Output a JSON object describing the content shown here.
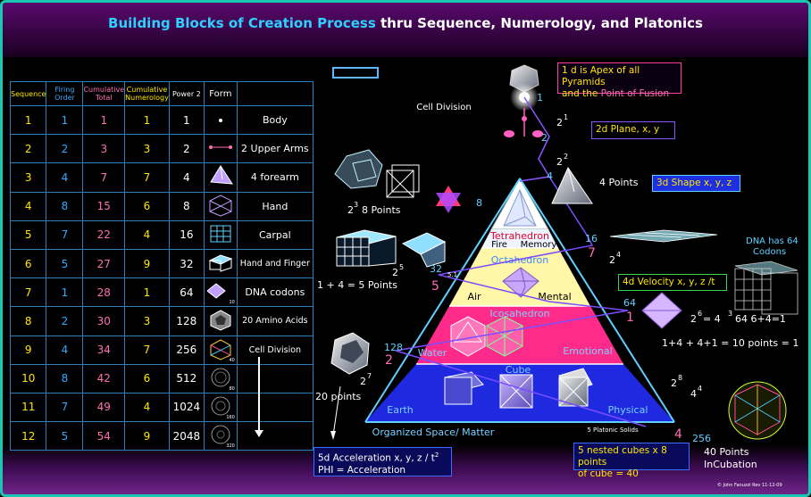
{
  "title": {
    "part1": "Building Blocks of Creation Process",
    "part2": " thru Sequence, Numerology,  and Platonics"
  },
  "table": {
    "headers": [
      "Sequence",
      "Firing Order",
      "Cumulative Total",
      "Cumulative Numerology",
      "Power 2",
      "Form",
      ""
    ],
    "rows": [
      {
        "seq": "1",
        "firing": "1",
        "cum": "1",
        "num": "1",
        "pow": "1",
        "label": "Body"
      },
      {
        "seq": "2",
        "firing": "2",
        "cum": "3",
        "num": "3",
        "pow": "2",
        "label": "2 Upper Arms"
      },
      {
        "seq": "3",
        "firing": "4",
        "cum": "7",
        "num": "7",
        "pow": "4",
        "label": "4 forearm"
      },
      {
        "seq": "4",
        "firing": "8",
        "cum": "15",
        "num": "6",
        "pow": "8",
        "label": "Hand"
      },
      {
        "seq": "5",
        "firing": "7",
        "cum": "22",
        "num": "4",
        "pow": "16",
        "label": "Carpal"
      },
      {
        "seq": "6",
        "firing": "5",
        "cum": "27",
        "num": "9",
        "pow": "32",
        "label": "Hand and Finger"
      },
      {
        "seq": "7",
        "firing": "1",
        "cum": "28",
        "num": "1",
        "pow": "64",
        "label": "DNA codons"
      },
      {
        "seq": "8",
        "firing": "2",
        "cum": "30",
        "num": "3",
        "pow": "128",
        "label": "20 Amino Acids"
      },
      {
        "seq": "9",
        "firing": "4",
        "cum": "34",
        "num": "7",
        "pow": "256",
        "label": "Cell Division"
      },
      {
        "seq": "10",
        "firing": "8",
        "cum": "42",
        "num": "6",
        "pow": "512",
        "label": ""
      },
      {
        "seq": "11",
        "firing": "7",
        "cum": "49",
        "num": "4",
        "pow": "1024",
        "label": ""
      },
      {
        "seq": "12",
        "firing": "5",
        "cum": "54",
        "num": "9",
        "pow": "2048",
        "label": ""
      }
    ],
    "form_small_labels": [
      "",
      "",
      "",
      "",
      "",
      "",
      "10",
      "",
      "40",
      "80",
      "160",
      "320"
    ]
  },
  "pyramid": {
    "tetrahedron": "Tetrahedron",
    "fire": "Fire",
    "memory": "Memory",
    "octahedron": "Octahedron",
    "air": "Air",
    "mental": "Mental",
    "icosahedron": "Icosahedron",
    "water": "Water",
    "emotional": "Emotional",
    "cube": "Cube",
    "earth": "Earth",
    "physical": "Physical",
    "organized": "Organized Space/ Matter",
    "platonic": "5 Platonic Solids"
  },
  "boxes": {
    "apex_line1": "1 d is Apex of all Pyramids",
    "apex_line2a": "and the ",
    "apex_line2b": "Point of Fusion",
    "plane": "2d Plane, x, y",
    "shape": "3d Shape  x, y, z",
    "velocity": "4d Velocity x, y, z /t",
    "accel_line1": "5d Acceleration x, y, z / t",
    "accel_sup": "2",
    "accel_line2": "PHI = Acceleration",
    "cubes_line1": "5 nested cubes x 8 points",
    "cubes_line2": "of cube = 40"
  },
  "labels": {
    "cell_division": "Cell Division",
    "eight_points": "8 Points",
    "four_points": "4 Points",
    "one_plus_four": "1 + 4 = 5 Points",
    "dna1": "DNA has 64",
    "dna2": "Codons",
    "ten_points": "1+4  +  4+1 = 10 points = 1",
    "power_eq": "= 4",
    "power_eq2": "64  6+4=1",
    "twenty_points": "20 points",
    "forty_points": "40 Points",
    "incubation": "InCubation",
    "credit": "© John Fanuzzi  Rev 11-12-09"
  },
  "numbers": {
    "n1": "1",
    "n2": "2",
    "n4": "4",
    "n8": "8",
    "n16": "16",
    "n7": "7",
    "n32": "32",
    "n5": "5",
    "n51": "5.1",
    "n64": "64",
    "n1b": "1",
    "n128": "128",
    "n2b": "2",
    "n256": "256",
    "n4b": "4",
    "two": "2",
    "two_b": "2",
    "two_c": "2",
    "two_d": "2",
    "two_e": "2",
    "two_f": "2",
    "two_g": "2",
    "exp1": "1",
    "exp2": "2",
    "exp3": "3",
    "exp4": "4",
    "exp5": "5",
    "exp6": "6",
    "exp7": "7",
    "exp8": "8",
    "exp4b": "4"
  },
  "colors": {
    "accent": "#19c8b0",
    "title_cyan": "#2fd0ff",
    "yellow": "#ffe600",
    "blue": "#32a8ff",
    "pink": "#ff6eb4"
  }
}
